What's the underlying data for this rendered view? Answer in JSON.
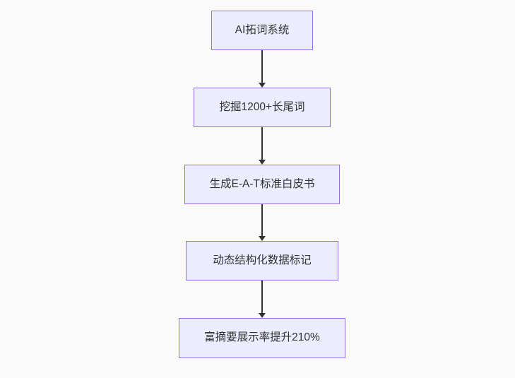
{
  "diagram": {
    "type": "flowchart",
    "direction": "top-to-bottom",
    "nodes": [
      {
        "label": "AI拓词系统"
      },
      {
        "label": "挖掘1200+长尾词"
      },
      {
        "label": "生成E-A-T标准白皮书"
      },
      {
        "label": "动态结构化数据标记"
      },
      {
        "label": "富摘要展示率提升210%"
      }
    ],
    "edges": [
      {
        "from": "AI拓词系统",
        "to": "挖掘1200+长尾词",
        "direction": "down"
      },
      {
        "from": "挖掘1200+长尾词",
        "to": "生成E-A-T标准白皮书",
        "direction": "down"
      },
      {
        "from": "生成E-A-T标准白皮书",
        "to": "动态结构化数据标记",
        "direction": "down"
      },
      {
        "from": "动态结构化数据标记",
        "to": "富摘要展示率提升210%",
        "direction": "down"
      }
    ],
    "colors": {
      "canvas_bg": "#fafafa",
      "node_fill": "#ececff",
      "node_border": "#9370db",
      "node_text": "#333333",
      "edge_line": "#333333"
    }
  }
}
